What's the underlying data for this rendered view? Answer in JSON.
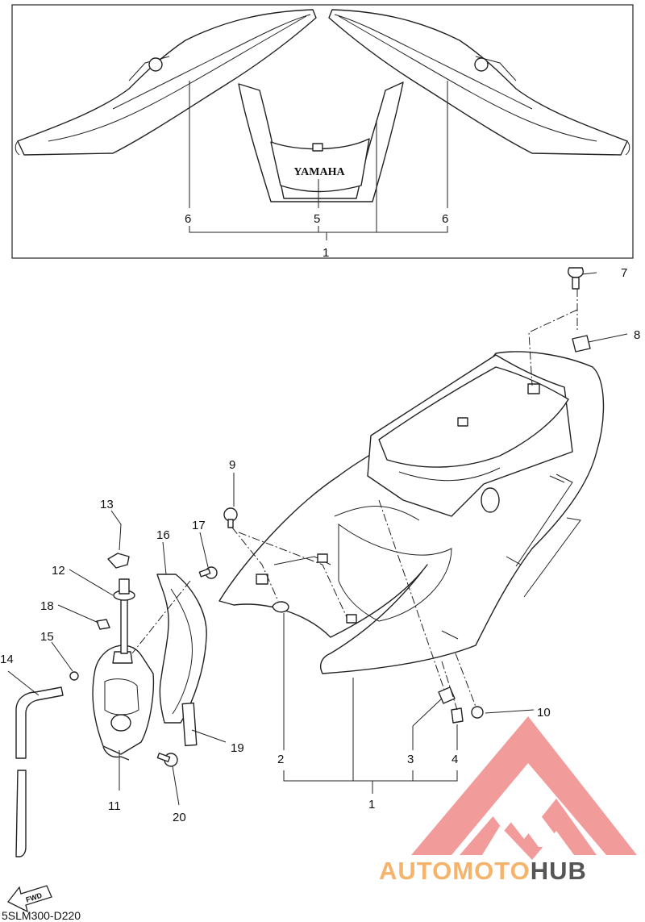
{
  "decal_text": "YAMAHA",
  "callouts": [
    "1",
    "1",
    "2",
    "3",
    "4",
    "5",
    "6",
    "6",
    "7",
    "8",
    "9",
    "10",
    "11",
    "12",
    "13",
    "14",
    "15",
    "16",
    "17",
    "18",
    "19",
    "20"
  ],
  "diagram_code": "5SLM300-D220",
  "fwd_label": "FWD",
  "watermark": {
    "prefix": "AUTOMOTO",
    "suffix": "HUB",
    "color_primary": "#f5b36b",
    "color_secondary": "#555555",
    "logo_color": "#f08a8a"
  }
}
